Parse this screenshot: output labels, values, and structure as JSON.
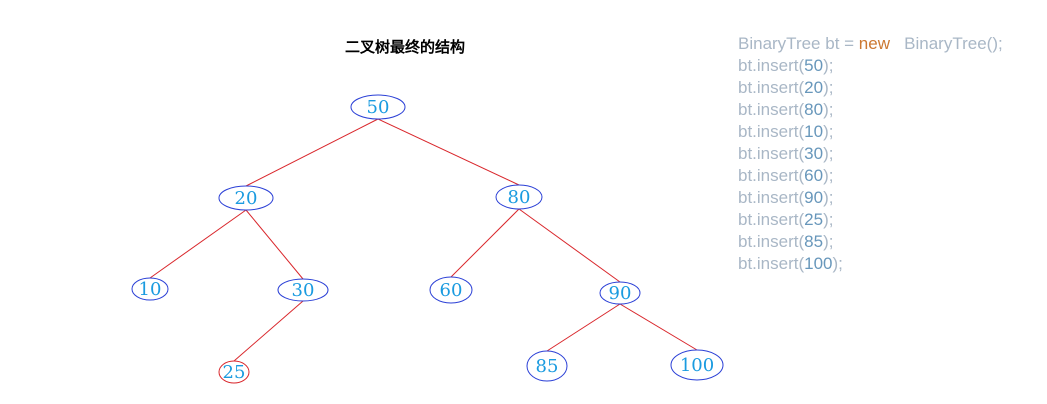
{
  "title": "二叉树最终的结构",
  "colors": {
    "edge": "#d9262b",
    "node_stroke": "#2a3fd6",
    "node_stroke_highlight": "#d9262b",
    "node_text": "#1a9be0",
    "code_text": "#a9b7c6",
    "code_keyword": "#cc7832",
    "code_number": "#6897bb"
  },
  "code": {
    "line1": {
      "a": "BinaryTree bt = ",
      "kw": "new",
      "b": "   BinaryTree();"
    },
    "inserts": [
      {
        "pre": "bt.insert(",
        "num": "50",
        "post": ");"
      },
      {
        "pre": "bt.insert(",
        "num": "20",
        "post": ");"
      },
      {
        "pre": "bt.insert(",
        "num": "80",
        "post": ");"
      },
      {
        "pre": "bt.insert(",
        "num": "10",
        "post": ");"
      },
      {
        "pre": "bt.insert(",
        "num": "30",
        "post": ");"
      },
      {
        "pre": "bt.insert(",
        "num": "60",
        "post": ");"
      },
      {
        "pre": "bt.insert(",
        "num": "90",
        "post": ");"
      },
      {
        "pre": "bt.insert(",
        "num": "25",
        "post": ");"
      },
      {
        "pre": "bt.insert(",
        "num": "85",
        "post": ");"
      },
      {
        "pre": "bt.insert(",
        "num": "100",
        "post": ");"
      }
    ]
  },
  "tree": {
    "nodes": [
      {
        "id": "n50",
        "label": "50",
        "highlight": false
      },
      {
        "id": "n20",
        "label": "20",
        "highlight": false
      },
      {
        "id": "n80",
        "label": "80",
        "highlight": false
      },
      {
        "id": "n10",
        "label": "10",
        "highlight": false
      },
      {
        "id": "n30",
        "label": "30",
        "highlight": false
      },
      {
        "id": "n60",
        "label": "60",
        "highlight": false
      },
      {
        "id": "n90",
        "label": "90",
        "highlight": false
      },
      {
        "id": "n25",
        "label": "25",
        "highlight": true
      },
      {
        "id": "n85",
        "label": "85",
        "highlight": false
      },
      {
        "id": "n100",
        "label": "100",
        "highlight": false
      }
    ],
    "edges": [
      {
        "from": "n50",
        "to": "n20"
      },
      {
        "from": "n50",
        "to": "n80"
      },
      {
        "from": "n20",
        "to": "n10"
      },
      {
        "from": "n20",
        "to": "n30"
      },
      {
        "from": "n30",
        "to": "n25"
      },
      {
        "from": "n80",
        "to": "n60"
      },
      {
        "from": "n80",
        "to": "n90"
      },
      {
        "from": "n90",
        "to": "n85"
      },
      {
        "from": "n90",
        "to": "n100"
      }
    ]
  }
}
